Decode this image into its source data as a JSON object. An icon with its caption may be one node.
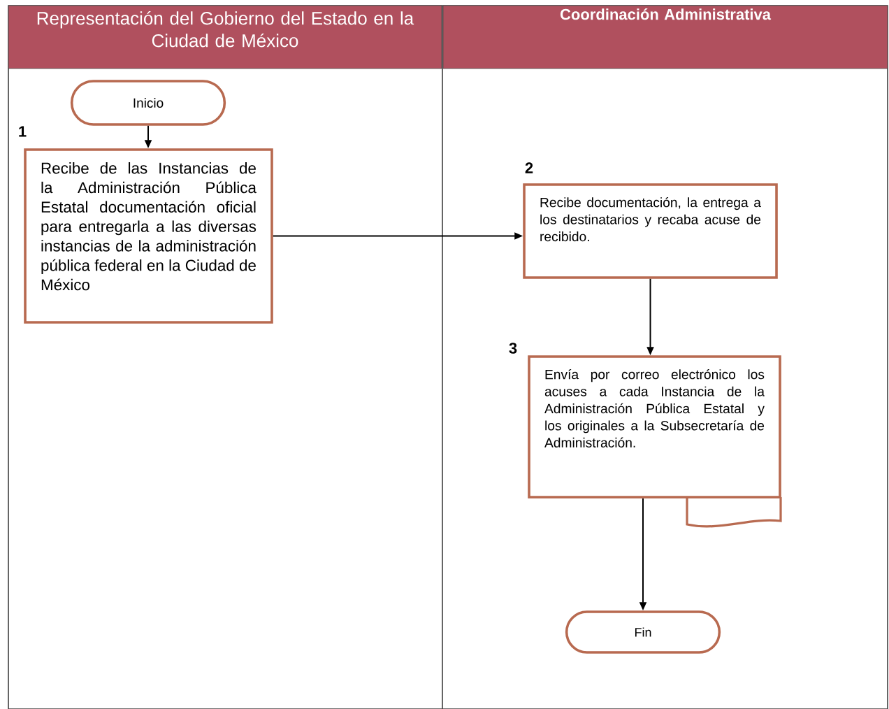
{
  "diagram": {
    "nodes": [
      {
        "text": [
          "Representación del Gobierno del Estado en la Ciudad de México"
        ]
      },
      {
        "text": [
          "Coordinación Administrativa"
        ]
      },
      {
        "text": [
          "Inicio"
        ]
      },
      {
        "text": [
          "Recibe de las Instancias de la Administración Pública Estatal documentación oficial para entregarla a las diversas instancias de la administración pública federal en la Ciudad de México"
        ],
        "beside": [
          "1"
        ]
      },
      {
        "text": [
          "Recibe documentación, la entrega a los destinatarios y recaba acuse de recibido."
        ],
        "beside": [
          "2"
        ]
      },
      {
        "text": [
          "Envía por correo electrónico los acuses a cada Instancia de la Administración Pública Estatal y los originales a la Subsecretaría de Administración."
        ],
        "beside": [
          "3"
        ]
      },
      {
        "text": [
          "Fin"
        ]
      }
    ],
    "edges": [
      {
        "from": 2,
        "to": 3,
        "arrow": "to"
      },
      {
        "from": 3,
        "to": 4,
        "arrow": "to"
      },
      {
        "from": 4,
        "to": 5,
        "arrow": "to"
      },
      {
        "from": 5,
        "to": 6,
        "arrow": "to"
      }
    ]
  }
}
